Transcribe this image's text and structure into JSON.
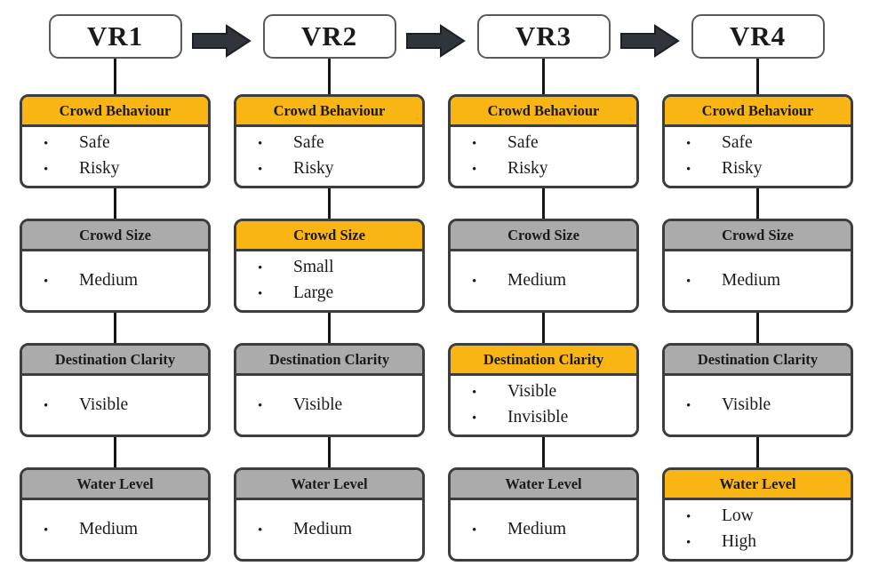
{
  "diagram_title": "VR scenario conditions flow",
  "colors": {
    "accent_yellow": "#F8B513",
    "header_gray": "#ABABAB",
    "card_border": "#3D3D3D",
    "arrow_fill": "#30353B",
    "connector": "#161616",
    "text": "#1A1A1A"
  },
  "arrow_icon": "right-block-arrow",
  "columns": [
    {
      "title": "VR1",
      "sections": [
        {
          "label": "Crowd Behaviour",
          "highlighted": true,
          "items": [
            "Safe",
            "Risky"
          ]
        },
        {
          "label": "Crowd Size",
          "highlighted": false,
          "items": [
            "Medium"
          ]
        },
        {
          "label": "Destination Clarity",
          "highlighted": false,
          "items": [
            "Visible"
          ]
        },
        {
          "label": "Water Level",
          "highlighted": false,
          "items": [
            "Medium"
          ]
        }
      ]
    },
    {
      "title": "VR2",
      "sections": [
        {
          "label": "Crowd Behaviour",
          "highlighted": true,
          "items": [
            "Safe",
            "Risky"
          ]
        },
        {
          "label": "Crowd Size",
          "highlighted": true,
          "items": [
            "Small",
            "Large"
          ]
        },
        {
          "label": "Destination Clarity",
          "highlighted": false,
          "items": [
            "Visible"
          ]
        },
        {
          "label": "Water Level",
          "highlighted": false,
          "items": [
            "Medium"
          ]
        }
      ]
    },
    {
      "title": "VR3",
      "sections": [
        {
          "label": "Crowd Behaviour",
          "highlighted": true,
          "items": [
            "Safe",
            "Risky"
          ]
        },
        {
          "label": "Crowd Size",
          "highlighted": false,
          "items": [
            "Medium"
          ]
        },
        {
          "label": "Destination Clarity",
          "highlighted": true,
          "items": [
            "Visible",
            "Invisible"
          ]
        },
        {
          "label": "Water Level",
          "highlighted": false,
          "items": [
            "Medium"
          ]
        }
      ]
    },
    {
      "title": "VR4",
      "sections": [
        {
          "label": "Crowd Behaviour",
          "highlighted": true,
          "items": [
            "Safe",
            "Risky"
          ]
        },
        {
          "label": "Crowd Size",
          "highlighted": false,
          "items": [
            "Medium"
          ]
        },
        {
          "label": "Destination Clarity",
          "highlighted": false,
          "items": [
            "Visible"
          ]
        },
        {
          "label": "Water Level",
          "highlighted": true,
          "items": [
            "Low",
            "High"
          ]
        }
      ]
    }
  ]
}
